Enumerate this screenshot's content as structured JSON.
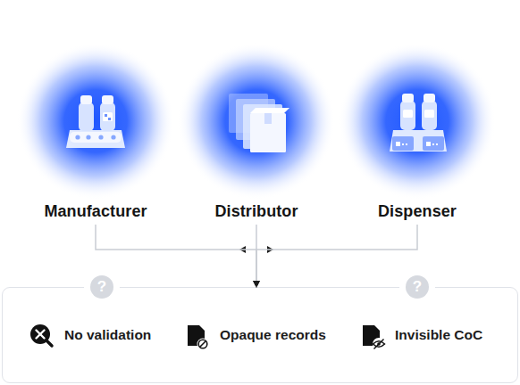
{
  "diagram": {
    "nodes": [
      {
        "text": [
          "Manufacturer"
        ]
      },
      {
        "text": [
          "Distributor"
        ]
      },
      {
        "text": [
          "Dispenser"
        ]
      },
      {
        "text": [
          "No validation",
          "Opaque records",
          "Invisible CoC"
        ]
      }
    ],
    "edges": [
      {
        "from": 0,
        "to": 3,
        "arrow": "to"
      },
      {
        "from": 1,
        "to": 3,
        "arrow": "to"
      },
      {
        "from": 2,
        "to": 3,
        "arrow": "to"
      }
    ],
    "labels": [
      "?",
      "?"
    ]
  }
}
